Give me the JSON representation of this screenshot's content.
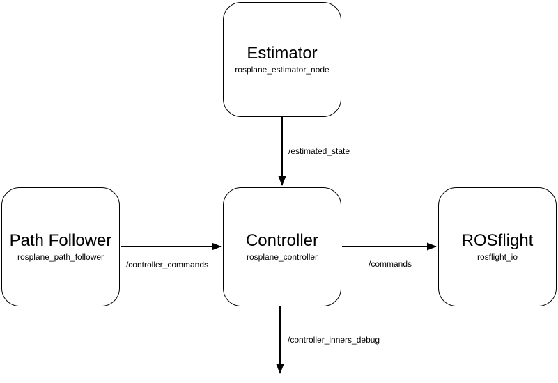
{
  "diagram": {
    "background": "#ffffff",
    "stroke_color": "#000000",
    "node_fill": "#ffffff",
    "nodes": [
      {
        "title": "Estimator",
        "subtitle": "rosplane_estimator_node"
      },
      {
        "title": "Path Follower",
        "subtitle": "rosplane_path_follower"
      },
      {
        "title": "Controller",
        "subtitle": "rosplane_controller"
      },
      {
        "title": "ROSflight",
        "subtitle": "rosflight_io"
      }
    ],
    "edges": [
      {
        "label": "/estimated_state",
        "from": "Estimator",
        "to": "Controller"
      },
      {
        "label": "/controller_commands",
        "from": "Path Follower",
        "to": "Controller"
      },
      {
        "label": "/commands",
        "from": "Controller",
        "to": "ROSflight"
      },
      {
        "label": "/controller_inners_debug",
        "from": "Controller",
        "to": ""
      }
    ]
  }
}
